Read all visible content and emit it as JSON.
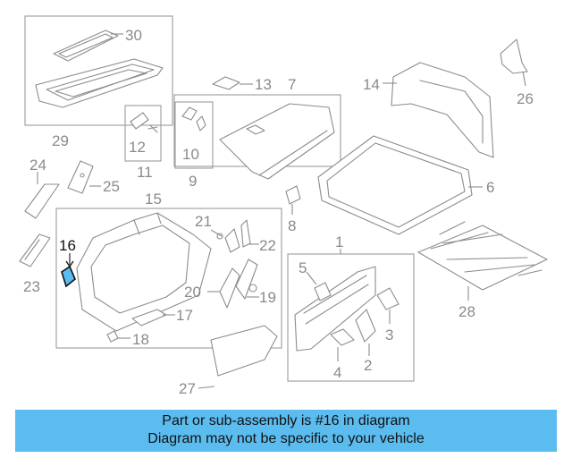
{
  "diagram": {
    "callouts": {
      "c1": "1",
      "c2": "2",
      "c3": "3",
      "c4": "4",
      "c5": "5",
      "c6": "6",
      "c7": "7",
      "c8": "8",
      "c9": "9",
      "c10": "10",
      "c11": "11",
      "c12": "12",
      "c13": "13",
      "c14": "14",
      "c15": "15",
      "c16": "16",
      "c17": "17",
      "c18": "18",
      "c19": "19",
      "c20": "20",
      "c21": "21",
      "c22": "22",
      "c23": "23",
      "c24": "24",
      "c25": "25",
      "c26": "26",
      "c27": "27",
      "c28": "28",
      "c29": "29",
      "c30": "30"
    },
    "highlight_part": "16",
    "colors": {
      "banner": "#5bbcf0",
      "highlight_fill": "#5bbcf0",
      "lines": "#8c8c8c"
    }
  },
  "banner": {
    "line1": "Part or sub-assembly is #16 in diagram",
    "line2": "Diagram may not be specific to your vehicle"
  }
}
